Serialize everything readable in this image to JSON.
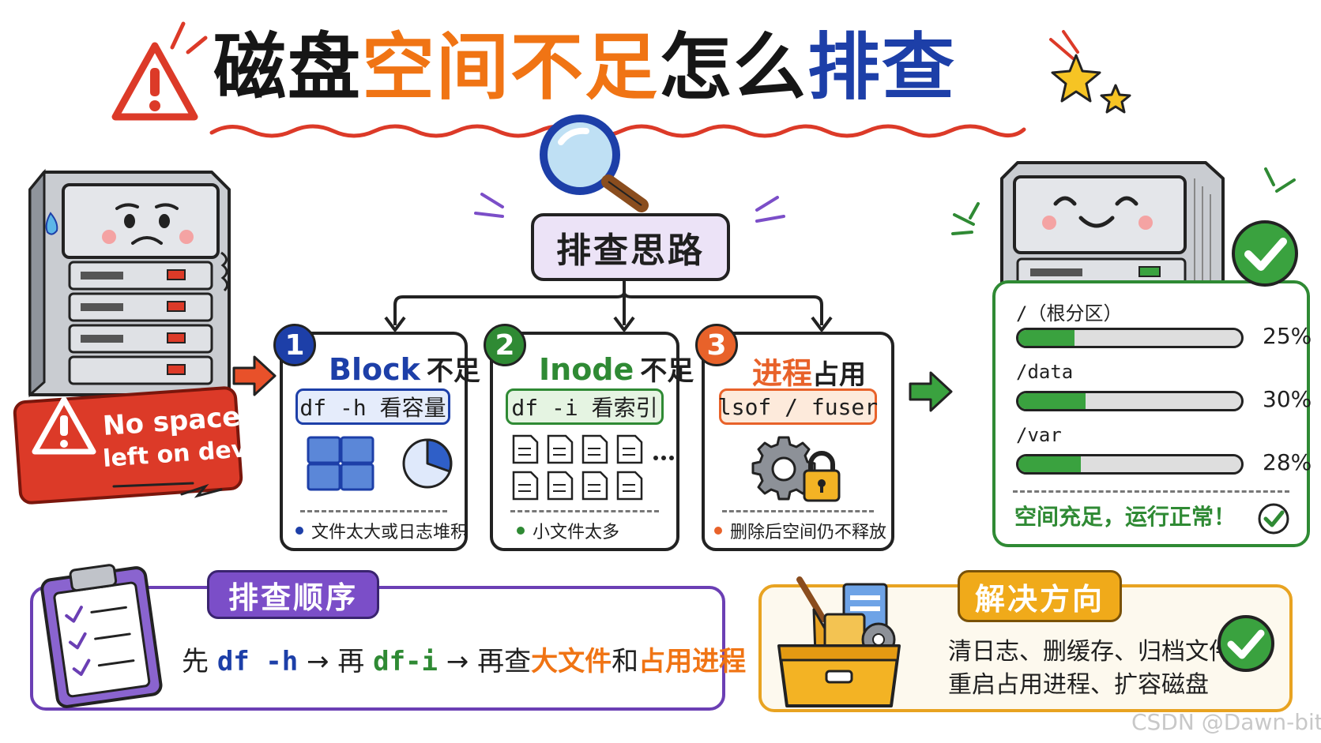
{
  "title": {
    "part1": "磁盘",
    "part2": "空间不足",
    "part3": "怎么",
    "part4": "排查"
  },
  "center_label": "排查思路",
  "error_banner": {
    "line1": "No space",
    "line2": "left on device"
  },
  "cards": [
    {
      "number": "1",
      "title": "Block",
      "title_suffix": "不足",
      "command": "df -h 看容量",
      "note": "文件太大或日志堆积",
      "accent": "#1d3fa8",
      "cmd_bg": "#e5ecfb",
      "dot": "#1d3fa8"
    },
    {
      "number": "2",
      "title": "Inode",
      "title_suffix": "不足",
      "command": "df -i 看索引",
      "note": "小文件太多",
      "accent": "#2f8a34",
      "cmd_bg": "#e5f4e2",
      "dot": "#2f8a34"
    },
    {
      "number": "3",
      "title": "进程",
      "title_suffix": "占用",
      "command": "lsof / fuser",
      "note": "删除后空间仍不释放",
      "accent": "#e8622a",
      "cmd_bg": "#fdeadb",
      "dot": "#e8622a"
    }
  ],
  "disks": [
    {
      "mount": "/（根分区）",
      "percent_label": "25%",
      "fill": 0.25
    },
    {
      "mount": "/data",
      "percent_label": "30%",
      "fill": 0.3
    },
    {
      "mount": "/var",
      "percent_label": "28%",
      "fill": 0.28
    }
  ],
  "disk_status": "空间充足，运行正常！",
  "order": {
    "title": "排查顺序",
    "p1": "先 ",
    "p2": "df -h",
    "p3": " → 再 ",
    "p4": "df-i",
    "p5": " → 再查",
    "p6": "大文件",
    "p7": "和",
    "p8": "占用进程"
  },
  "fix": {
    "title": "解决方向",
    "line1": "清日志、删缓存、归档文件、",
    "line2": "重启占用进程、扩容磁盘"
  },
  "watermark": "CSDN @Dawn-bit",
  "colors": {
    "blue": "#1d3fa8",
    "green": "#2f8a34",
    "orange": "#f07414",
    "red": "#dc3a28",
    "purple": "#6b3fb4",
    "yellow": "#e8a321"
  }
}
